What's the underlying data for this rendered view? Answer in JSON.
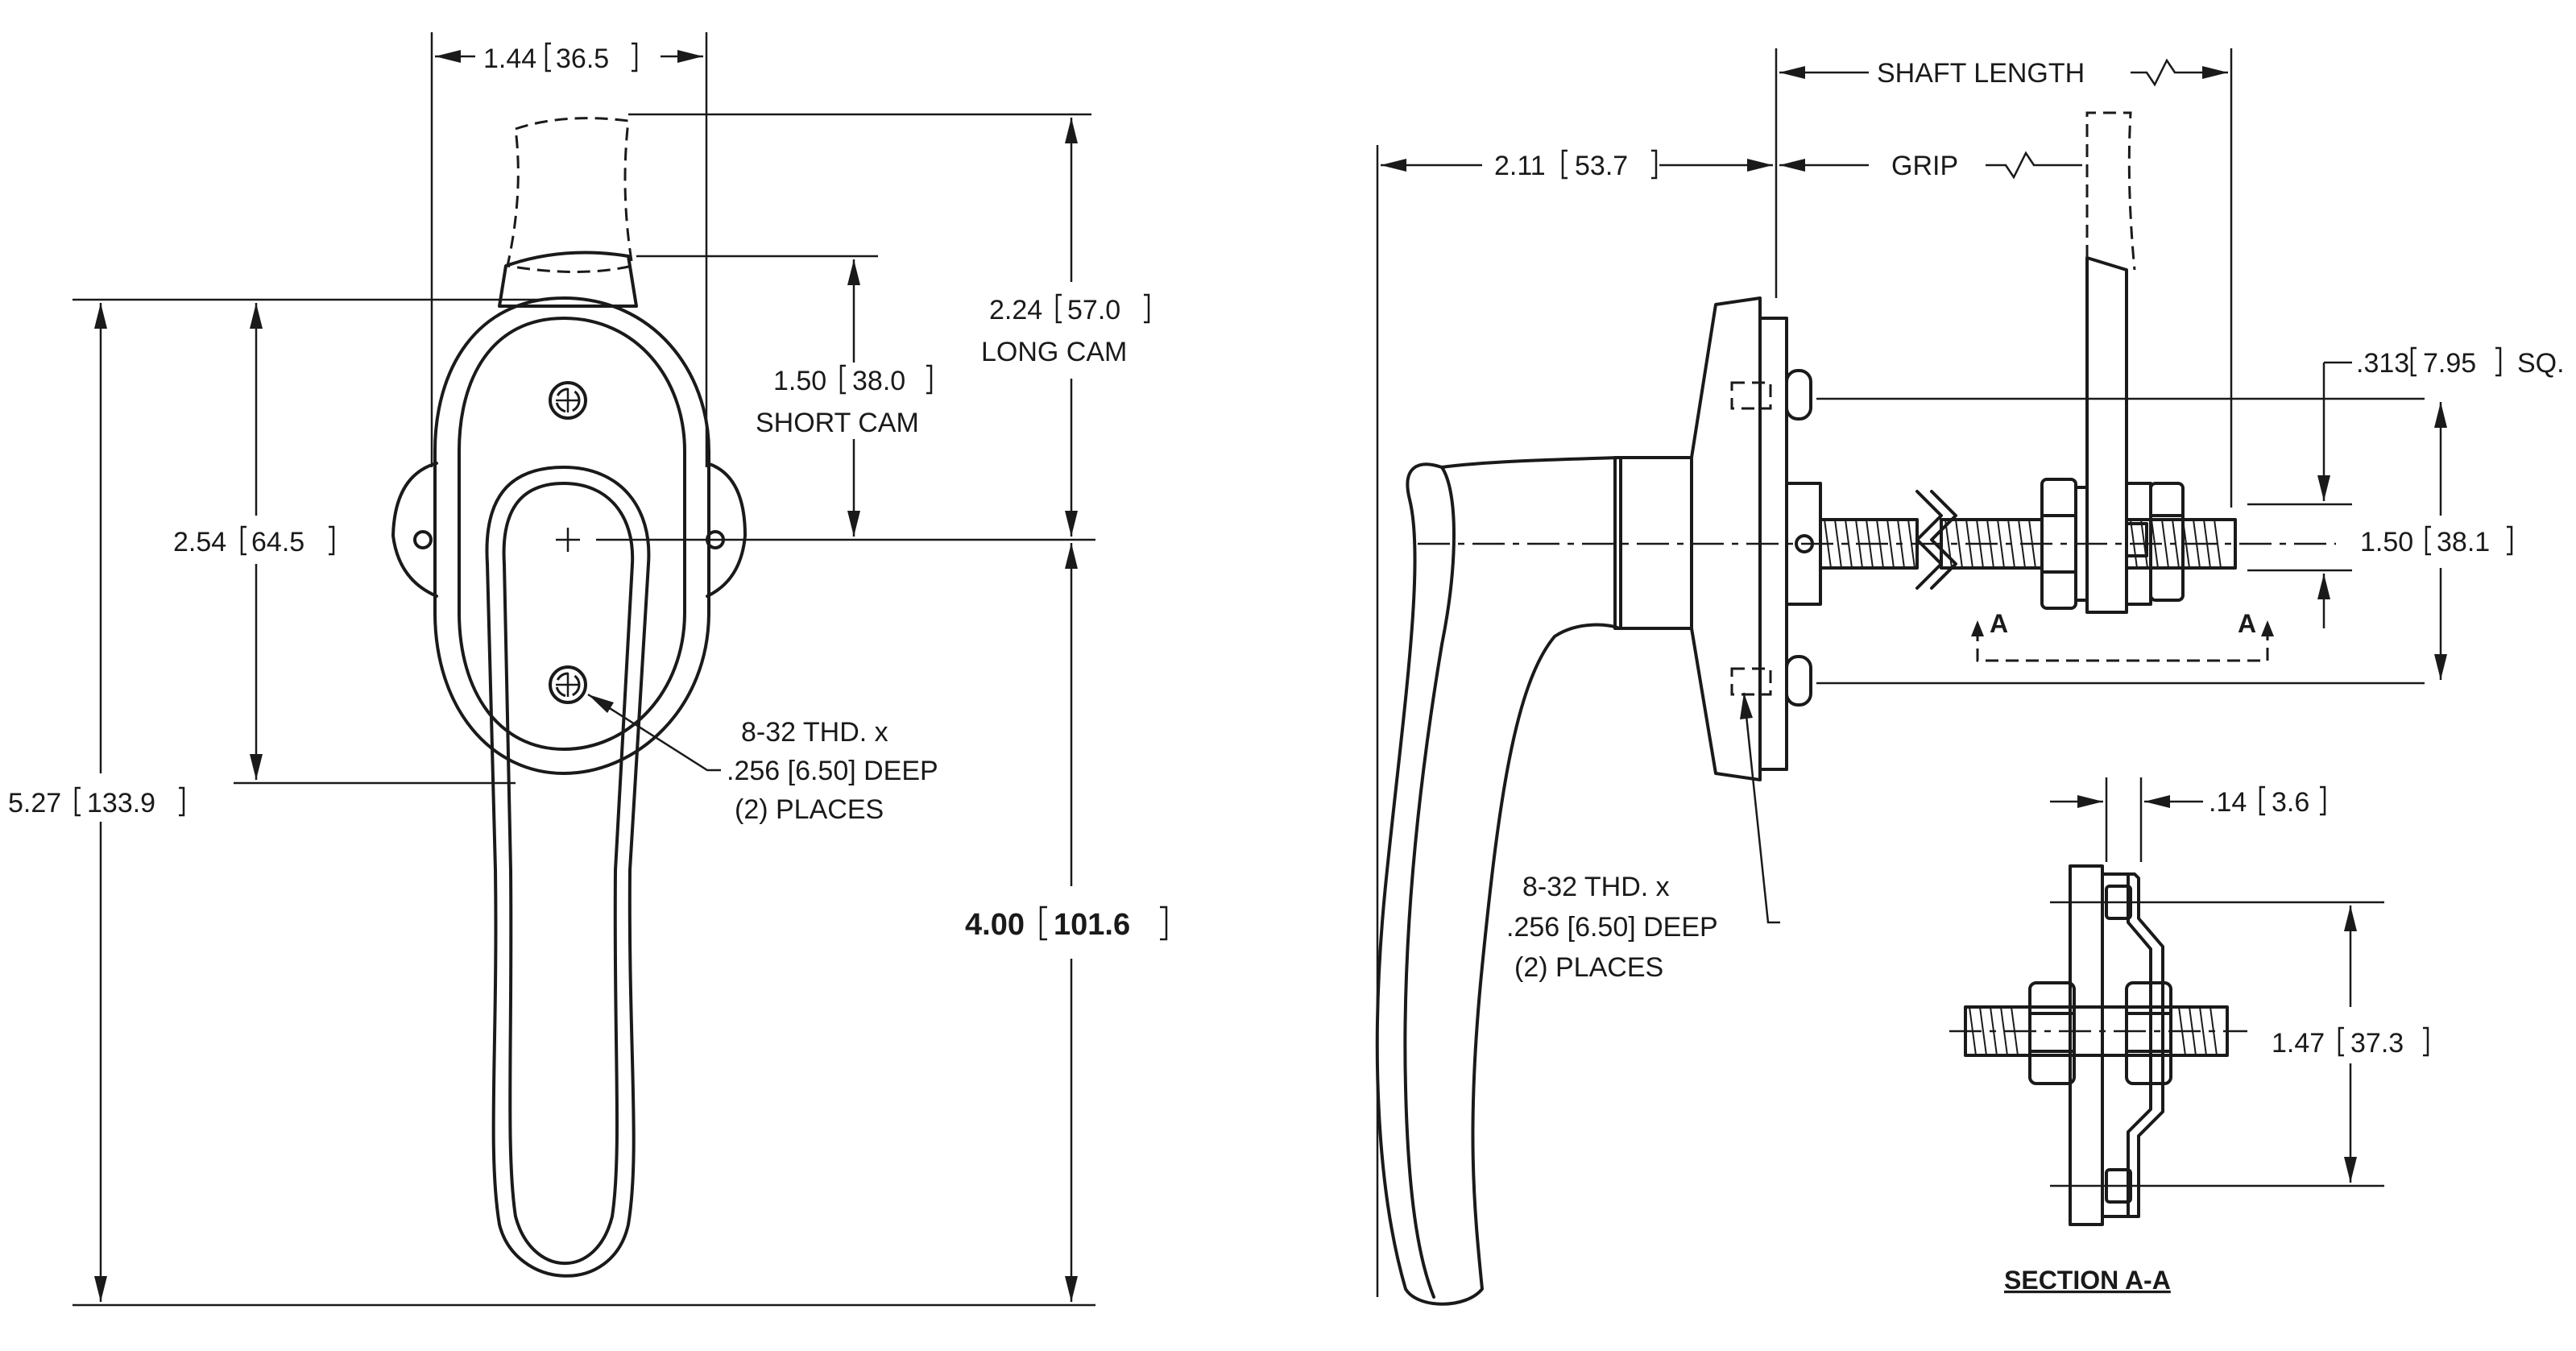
{
  "front_view": {
    "dim_width": {
      "value": "1.44",
      "metric": "36.5"
    },
    "dim_long_cam": {
      "value": "2.24",
      "metric": "57.0",
      "note": "LONG CAM"
    },
    "dim_short_cam": {
      "value": "1.50",
      "metric": "38.0",
      "note": "SHORT CAM"
    },
    "dim_hole_spacing": {
      "value": "2.54",
      "metric": "64.5"
    },
    "dim_overall": {
      "value": "5.27",
      "metric": "133.9"
    },
    "dim_handle": {
      "value": "4.00",
      "metric": "101.6"
    },
    "thread_note": [
      "8-32 THD. x",
      ".256 [6.50] DEEP",
      "(2) PLACES"
    ]
  },
  "side_view": {
    "dim_shaft_length": "SHAFT LENGTH",
    "dim_grip": "GRIP",
    "dim_offset": {
      "value": "2.11",
      "metric": "53.7"
    },
    "dim_square": {
      "value": ".313",
      "metric": "7.95",
      "note": "SQ."
    },
    "dim_mount_spacing": {
      "value": "1.50",
      "metric": "38.1"
    },
    "section_markers": [
      "A",
      "A"
    ],
    "thread_note": [
      "8-32 THD. x",
      ".256 [6.50] DEEP",
      "(2) PLACES"
    ]
  },
  "section_view": {
    "title": "SECTION A-A",
    "dim_thickness": {
      "value": ".14",
      "metric": "3.6"
    },
    "dim_spacing": {
      "value": "1.47",
      "metric": "37.3"
    }
  }
}
